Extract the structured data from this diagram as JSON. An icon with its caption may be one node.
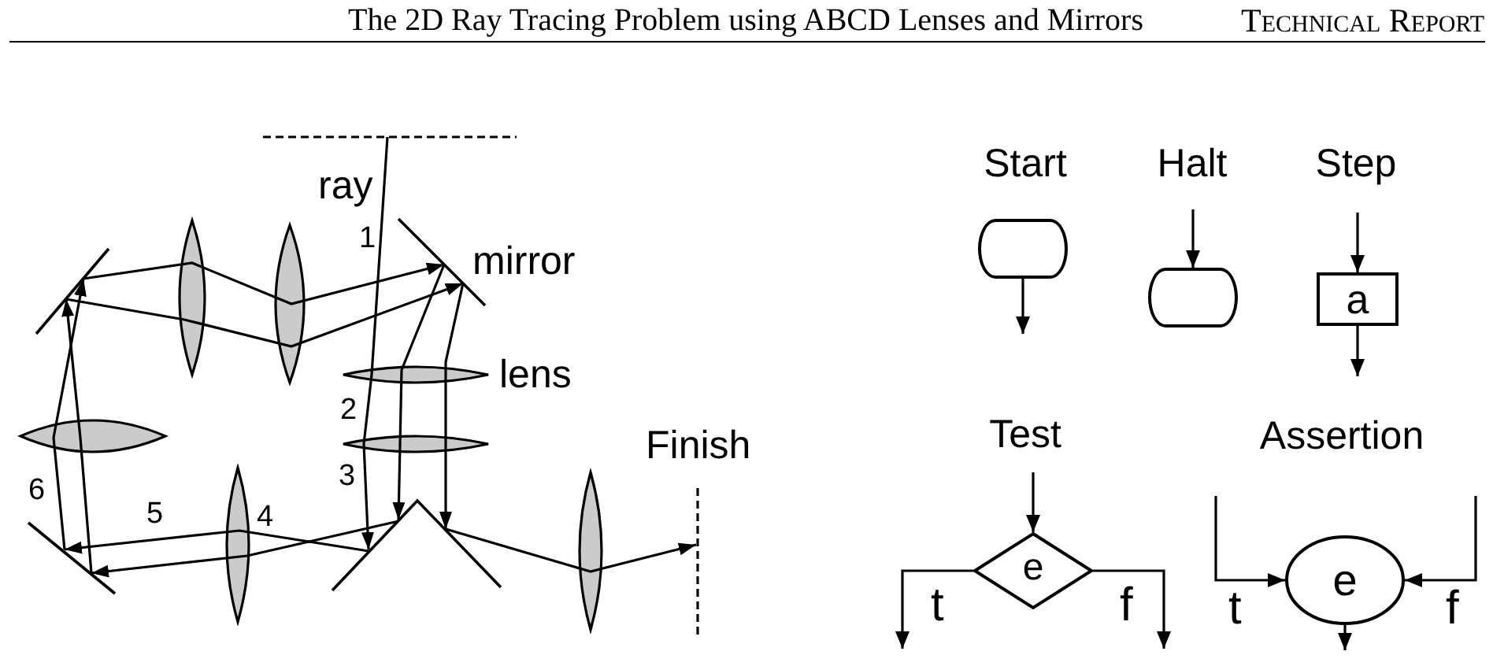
{
  "diagram": {
    "nodes": [
      {
        "text": [],
        "shape": "box",
        "beside": [
          "Start"
        ]
      },
      {
        "text": [],
        "shape": "box",
        "beside": [
          "Halt"
        ]
      },
      {
        "text": [
          "a"
        ],
        "beside": [
          "Step"
        ]
      },
      {
        "text": [
          "e"
        ],
        "beside": [
          "Test"
        ]
      },
      {
        "text": [
          "e"
        ],
        "beside": [
          "Assertion"
        ]
      }
    ],
    "edges": [
      {
        "from": 0,
        "to": null,
        "arrow": "to"
      },
      {
        "from": null,
        "to": 1,
        "arrow": "to"
      },
      {
        "from": null,
        "to": 2,
        "arrow": "to"
      },
      {
        "from": 2,
        "to": null,
        "arrow": "to"
      },
      {
        "from": null,
        "to": 3,
        "arrow": "to"
      },
      {
        "from": 3,
        "to": null,
        "arrow": "to",
        "label": "t"
      },
      {
        "from": 3,
        "to": null,
        "arrow": "to",
        "label": "f"
      },
      {
        "from": null,
        "to": 4,
        "arrow": "to",
        "label": "t"
      },
      {
        "from": null,
        "to": 4,
        "arrow": "to",
        "label": "f"
      },
      {
        "from": 4,
        "to": null,
        "arrow": "to"
      }
    ],
    "labels": [
      "The 2D Ray Tracing Problem using ABCD Lenses and Mirrors",
      "Technical Report",
      "ray",
      "1",
      "mirror",
      "lens",
      "2",
      "Finish",
      "3",
      "6",
      "5",
      "4"
    ]
  }
}
